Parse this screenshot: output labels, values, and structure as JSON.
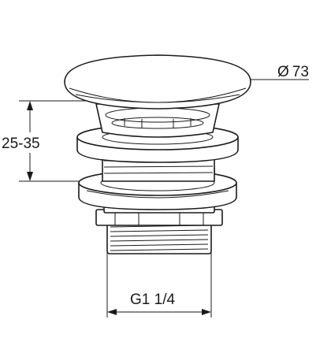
{
  "dimensions": {
    "diameter_symbol": "Ø",
    "diameter_value": "73",
    "height_range": "25-35",
    "thread": "G1 1/4"
  }
}
